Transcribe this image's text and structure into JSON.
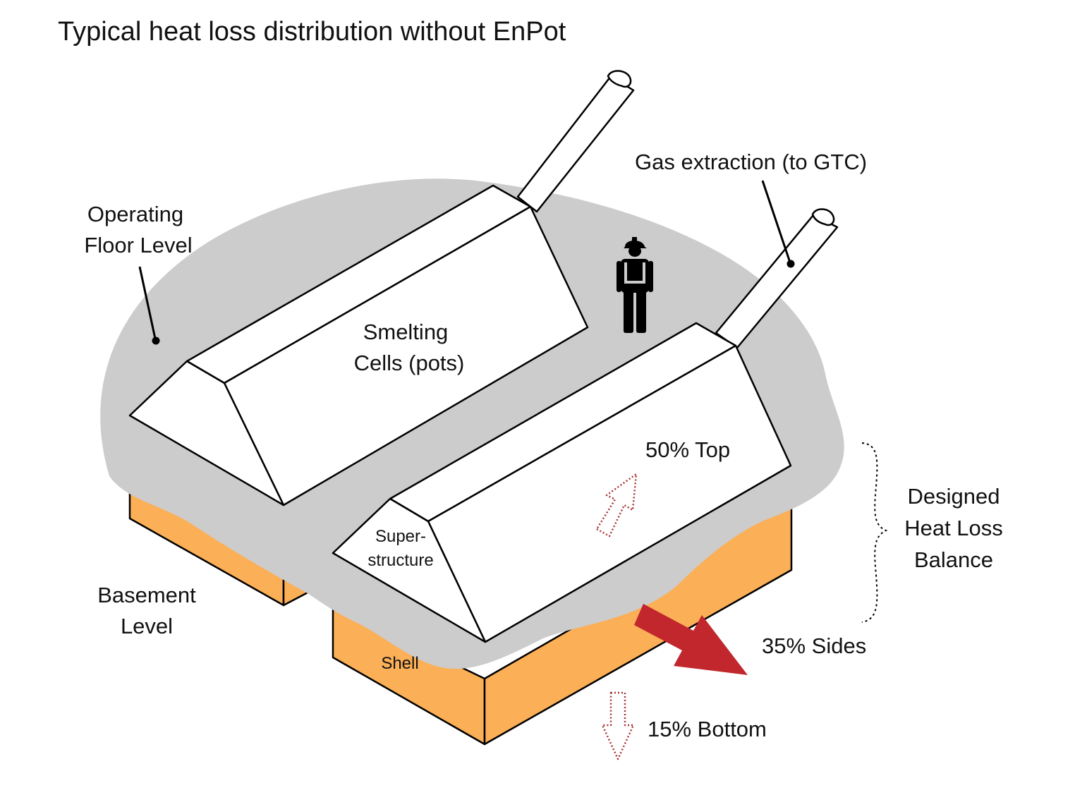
{
  "title": "Typical heat loss distribution without EnPot",
  "labels": {
    "operating_floor": [
      "Operating",
      "Floor Level"
    ],
    "basement": [
      "Basement",
      "Level"
    ],
    "smelting_cells": [
      "Smelting",
      "Cells (pots)"
    ],
    "gas_extraction": "Gas extraction (to GTC)",
    "superstructure": [
      "Super-",
      "structure"
    ],
    "shell": "Shell",
    "designed_balance": [
      "Designed",
      "Heat Loss",
      "Balance"
    ]
  },
  "heat_loss": {
    "top": {
      "percent": 50,
      "label": "50% Top"
    },
    "sides": {
      "percent": 35,
      "label": "35% Sides"
    },
    "bottom": {
      "percent": 15,
      "label": "15% Bottom"
    }
  },
  "colors": {
    "floor": "#cccccc",
    "shell": "#fbaf57",
    "sides_arrow": "#c1272d",
    "dotted_arrow": "#a83232",
    "outline": "#000000"
  }
}
